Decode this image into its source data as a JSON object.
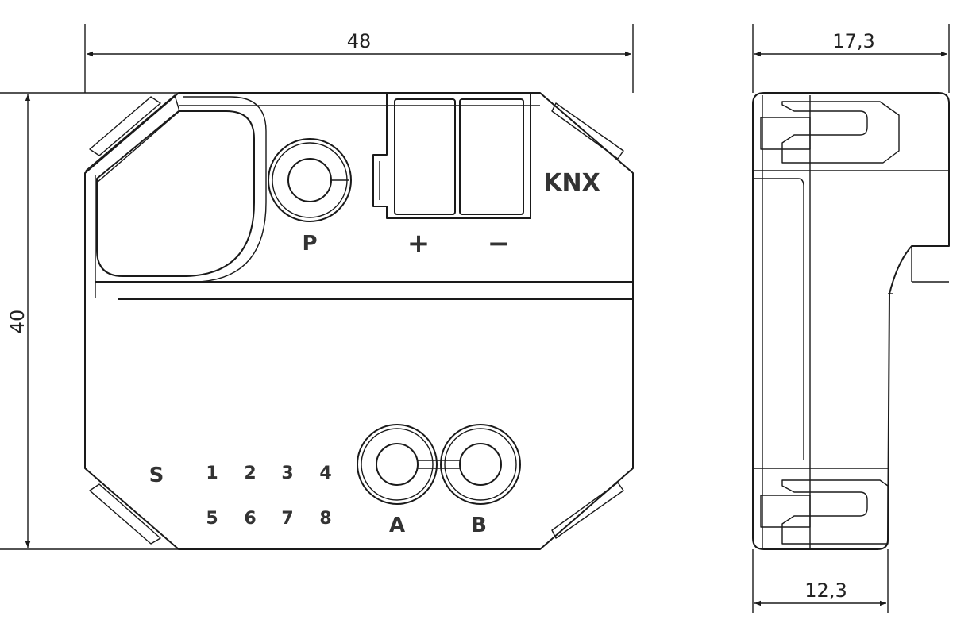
{
  "dimensions": {
    "width": "48",
    "height": "40",
    "depth_total": "17,3",
    "depth_base": "12,3"
  },
  "front_labels": {
    "prog": "P",
    "plus": "+",
    "minus": "−",
    "knx": "KNX",
    "s": "S",
    "channels_top": [
      "1",
      "2",
      "3",
      "4"
    ],
    "channels_bottom": [
      "5",
      "6",
      "7",
      "8"
    ],
    "a": "A",
    "b": "B"
  },
  "colors": {
    "line": "#1a1a1a",
    "background": "#ffffff"
  }
}
